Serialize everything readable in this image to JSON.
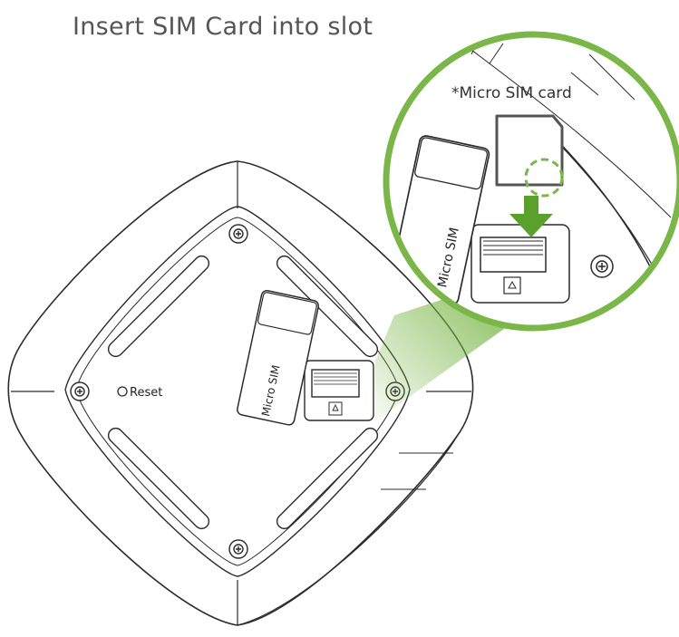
{
  "title": "Insert SIM Card into slot",
  "device": {
    "reset_label": "Reset",
    "tray_label": "Micro SIM"
  },
  "callout": {
    "card_label": "*Micro SIM card",
    "tray_label": "Micro SIM"
  },
  "colors": {
    "accent": "#7ab648",
    "arrow": "#5aa02c",
    "line": "#2b2b2b"
  },
  "icons": [
    "screw-icon",
    "down-arrow-icon",
    "sim-card-icon"
  ]
}
